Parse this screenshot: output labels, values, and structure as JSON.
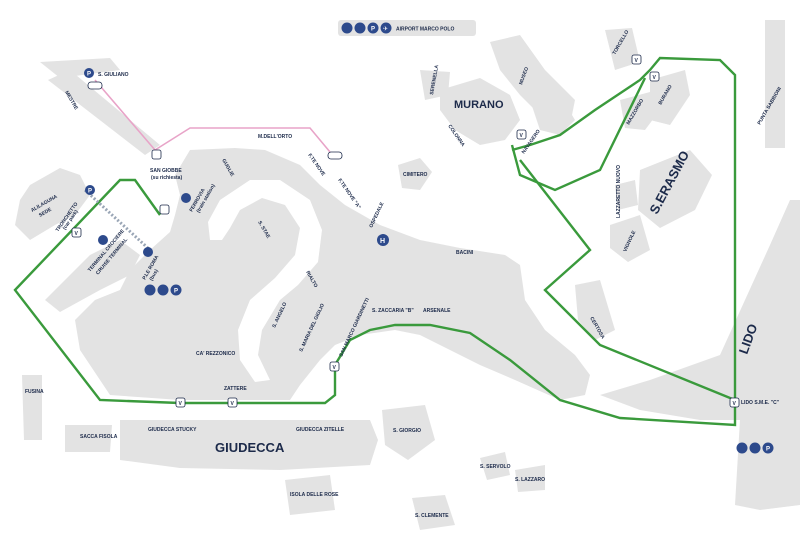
{
  "header": {
    "airport_label": "AIRPORT MARCO POLO"
  },
  "places": {
    "murano": "MURANO",
    "giudecca": "GIUDECCA",
    "serasmo": "S.ERASMO",
    "lido": "LIDO",
    "tronchetto": "TRONCHETTO",
    "tronchetto_sub": "(car park)",
    "terminal_crociere": "TERMINAL CROCIERE",
    "cruise_terminal": "CRUISE TERMINAL",
    "piazzale_roma": "P.LE ROMA",
    "piazzale_roma_sub": "(bus)",
    "ferrovia": "FERROVIA",
    "ferrovia_sub": "(train station)",
    "ospedale": "OSPEDALE",
    "fusina": "FUSINA",
    "sacca_fisola": "SACCA FISOLA",
    "isola_delle_rose": "ISOLA DELLE ROSE",
    "cimitero": "CIMITERO",
    "torcello": "TORCELLO",
    "burano": "BURANO",
    "mazzorbo": "MAZZORBO",
    "punta_sabbioni": "PUNTA SABBIONI",
    "lazzaretto_nuovo": "LAZZARETTO NUOVO",
    "vignole": "VIGNOLE",
    "certosa": "CERTOSA",
    "sgiorgio": "S. GIORGIO",
    "sservolo": "S. SERVOLO",
    "slazzaro": "S. LAZZARO",
    "sclemente": "S. CLEMENTE",
    "serenella": "SERENELLA",
    "museo": "MUSEO",
    "colonna": "COLONNA",
    "navagero": "NAVAGERO",
    "sgiuliano": "S. GIULIANO",
    "mestre": "MESTRE",
    "sgiobbe": "SAN GIOBBE",
    "sgiobbe_sub": "(su richiesta)",
    "guglie": "GUGLIE",
    "sstae": "S. STAE",
    "rialto": "RIALTO",
    "sangelo": "S. ANGELO",
    "giglio": "S. MARIA DEL GIGLIO",
    "sanmarco": "SAN MARCO GIARDINETTI",
    "zaccaria": "S. ZACCARIA \"B\"",
    "arsenale": "ARSENALE",
    "bacini": "BACINI",
    "rezzonico": "CA' REZZONICO",
    "zattere": "ZATTERE",
    "giud_stucky": "GIUDECCA STUCKY",
    "giud_zitelle": "GIUDECCA ZITELLE",
    "lido_sme": "LIDO S.M.E. \"C\"",
    "dellorto": "M.DELL'ORTO",
    "fte_nove": "F.TE NOVE",
    "fte_nove_a": "F.TE NOVE \"A\"",
    "alilaguna": "ALILAGUNA",
    "alilaguna_sub": "SEDE"
  },
  "icons": [
    "car-icon",
    "bus-icon",
    "parking-icon",
    "plane-icon",
    "hospital-icon",
    "train-icon"
  ],
  "colors": {
    "route": "#3a9a3c",
    "route_pink": "#e8a4c8",
    "land": "#e3e3e3",
    "water": "#ffffff",
    "text": "#1c2a4a",
    "icon_bg": "#2d4a8c"
  }
}
